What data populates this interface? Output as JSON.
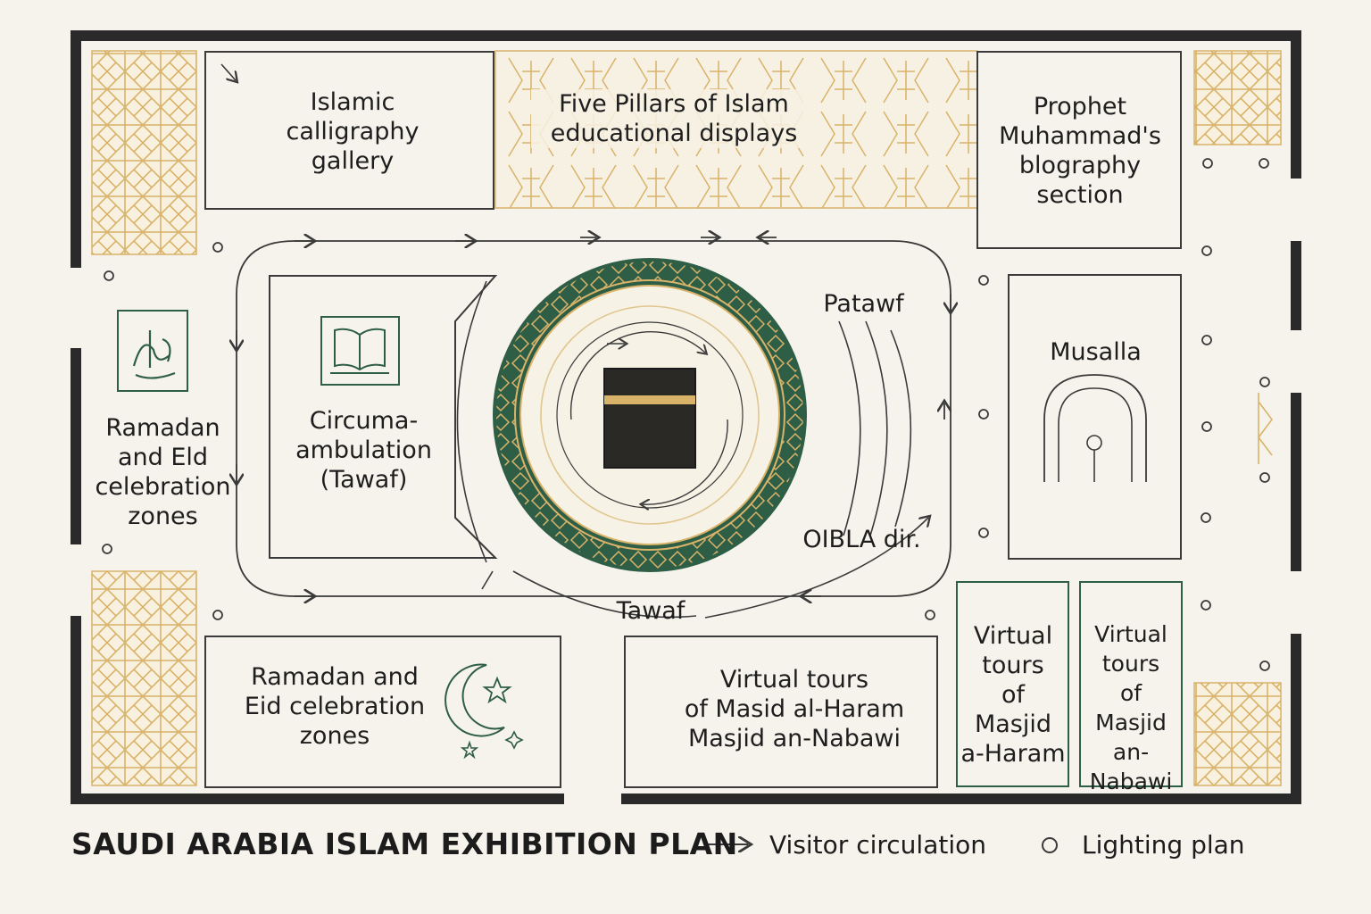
{
  "title": "SAUDI ARABIA ISLAM EXHIBITION PLAN",
  "colors": {
    "wall": "#2a2a2a",
    "gold": "#d9b36a",
    "green": "#2f5e46",
    "kaaba": "#2b2926",
    "line": "#3a3a3a"
  },
  "zones": {
    "calligraphy": "Islamic\ncalligraphy\ngallery",
    "five_pillars": "Five Pillars of Islam\neducational displays",
    "prophet_bio": "Prophet\nMuhammad's\nblography\nsection",
    "ramadan_left": "Ramadan\nand Eld\ncelebration\nzones",
    "circumambulation": "Circuma-\nambulation\n(Tawaf)",
    "musalla": "Musalla",
    "ramadan_bottom": "Ramadan and\nEid celebration\nzones",
    "virtual_center": "Virtual tours\nof Masid al-Haram\nMasjid an-Nabawi",
    "virtual_right1": "Virtual\ntours\nof\nMasjid\na-Haram",
    "virtual_right2": "Virtual\ntours\nof\nMasjid\nan-Nabawi"
  },
  "annotations": {
    "patawf": "Patawf",
    "qibla": "OIBLA dir.",
    "tawaf": "Tawaf"
  },
  "legend": {
    "circulation": "Visitor circulation",
    "lighting": "Lighting plan"
  },
  "icons": {
    "calligraphy": "arabic-calligraphy-icon",
    "book": "open-quran-icon",
    "mihrab": "mihrab-icon",
    "crescent": "crescent-star-icon",
    "kaaba": "kaaba-icon"
  }
}
